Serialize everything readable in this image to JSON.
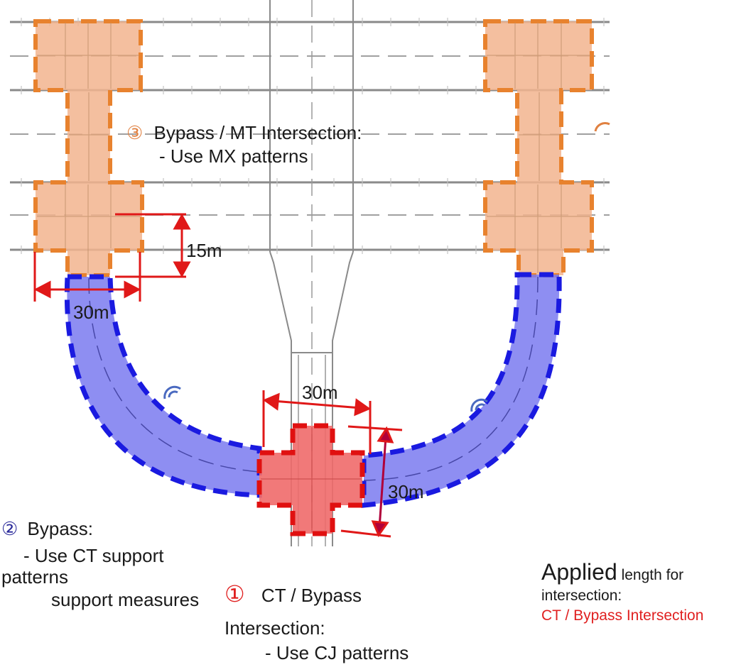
{
  "colors": {
    "mx_fill": "#f2b48e",
    "mx_stroke": "#e8822e",
    "bypass_fill": "#7a7af0",
    "bypass_stroke": "#1a1ae0",
    "cj_fill": "#f06a6a",
    "cj_stroke": "#e01010",
    "dimension": "#e01818",
    "dimension_v2": "#b0003a",
    "track": "#8a8a8a",
    "centerline": "#9a9a9a",
    "label_red": "#e02020",
    "text": "#1a1a1a"
  },
  "dimensions": {
    "mx_height": "15m",
    "mx_width": "30m",
    "cj_width": "30m",
    "cj_height": "30m"
  },
  "labels": {
    "mx": {
      "num": "③",
      "line1": "Bypass / MT Intersection:",
      "line2": "- Use MX patterns"
    },
    "bypass": {
      "num": "②",
      "line1": "Bypass:",
      "line2": "- Use CT support",
      "line3": "patterns",
      "line4": "support measures"
    },
    "cj": {
      "num": "①",
      "line1": "CT / Bypass",
      "line2": "Intersection:",
      "line3": "- Use CJ patterns"
    }
  },
  "legend": {
    "title_big": "Applied",
    "title_small": " length for",
    "line2": "intersection:",
    "line3": "CT / Bypass Intersection"
  }
}
